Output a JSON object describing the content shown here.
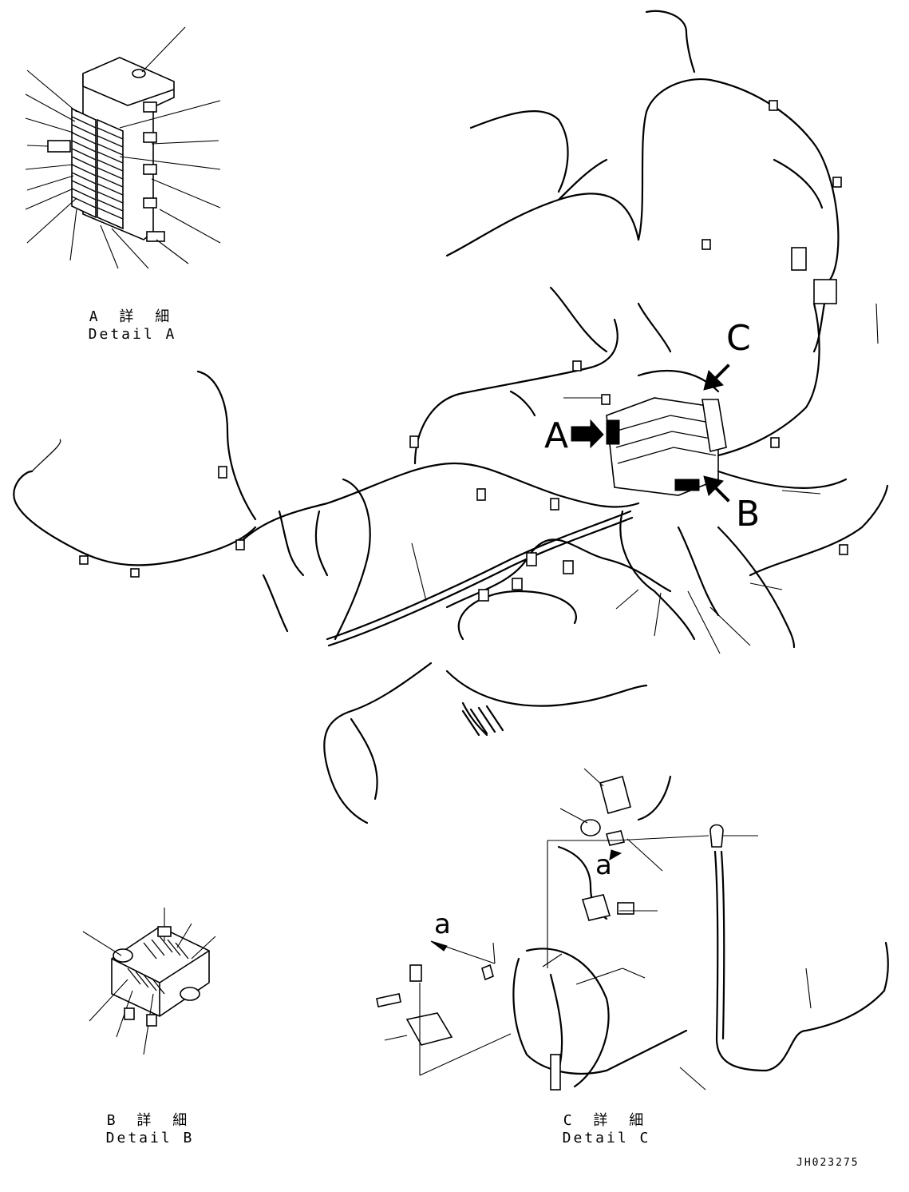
{
  "labels": {
    "view_a": "A",
    "view_b": "B",
    "view_c": "C",
    "arrow_a_upper": "a",
    "arrow_a_lower": "a"
  },
  "details": {
    "a": {
      "jp": "A 詳 細",
      "en": "Detail A"
    },
    "b": {
      "jp": "B 詳 細",
      "en": "Detail B"
    },
    "c": {
      "jp": "C 詳 細",
      "en": "Detail C"
    }
  },
  "drawing_code": "JH023275"
}
